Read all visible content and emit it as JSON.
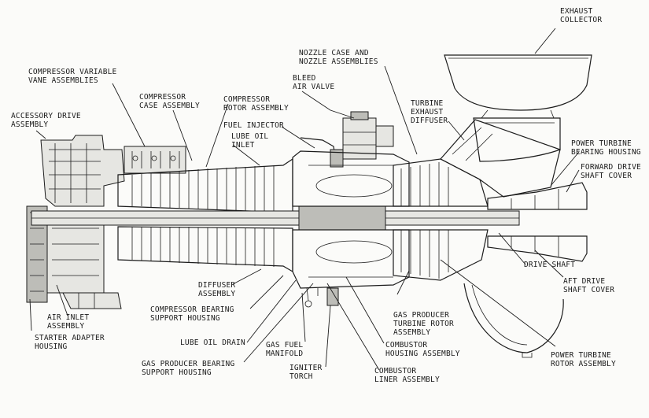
{
  "labels": {
    "exhaust_collector": [
      "EXHAUST",
      "COLLECTOR"
    ],
    "nozzle_case": [
      "NOZZLE CASE AND",
      "NOZZLE ASSEMBLIES"
    ],
    "compressor_variable_vane": [
      "COMPRESSOR VARIABLE",
      "VANE ASSEMBLIES"
    ],
    "bleed_air_valve": [
      "BLEED",
      "AIR VALVE"
    ],
    "compressor_case": [
      "COMPRESSOR",
      "CASE ASSEMBLY"
    ],
    "compressor_rotor": [
      "COMPRESSOR",
      "ROTOR ASSEMBLY"
    ],
    "turbine_exhaust_diffuser": [
      "TURBINE",
      "EXHAUST",
      "DIFFUSER"
    ],
    "accessory_drive": [
      "ACCESSORY DRIVE",
      "ASSEMBLY"
    ],
    "fuel_injector": [
      "FUEL INJECTOR"
    ],
    "lube_oil_inlet": [
      "LUBE OIL",
      "INLET"
    ],
    "power_turbine_bearing": [
      "POWER TURBINE",
      "BEARING HOUSING"
    ],
    "forward_drive_shaft_cover": [
      "FORWARD DRIVE",
      "SHAFT COVER"
    ],
    "drive_shaft": [
      "DRIVE SHAFT"
    ],
    "aft_drive_shaft_cover": [
      "AFT DRIVE",
      "SHAFT COVER"
    ],
    "diffuser": [
      "DIFFUSER",
      "ASSEMBLY"
    ],
    "compressor_bearing": [
      "COMPRESSOR BEARING",
      "SUPPORT HOUSING"
    ],
    "air_inlet": [
      "AIR INLET",
      "ASSEMBLY"
    ],
    "starter_adapter": [
      "STARTER ADAPTER",
      "HOUSING"
    ],
    "lube_oil_drain": [
      "LUBE OIL DRAIN"
    ],
    "gas_fuel_manifold": [
      "GAS FUEL",
      "MANIFOLD"
    ],
    "gas_producer_turbine_rotor": [
      "GAS PRODUCER",
      "TURBINE ROTOR",
      "ASSEMBLY"
    ],
    "combustor_housing": [
      "COMBUSTOR",
      "HOUSING ASSEMBLY"
    ],
    "gas_producer_bearing": [
      "GAS PRODUCER BEARING",
      "SUPPORT HOUSING"
    ],
    "igniter_torch": [
      "IGNITER",
      "TORCH"
    ],
    "combustor_liner": [
      "COMBUSTOR",
      "LINER ASSEMBLY"
    ],
    "power_turbine_rotor": [
      "POWER TURBINE",
      "ROTOR ASSEMBLY"
    ]
  }
}
